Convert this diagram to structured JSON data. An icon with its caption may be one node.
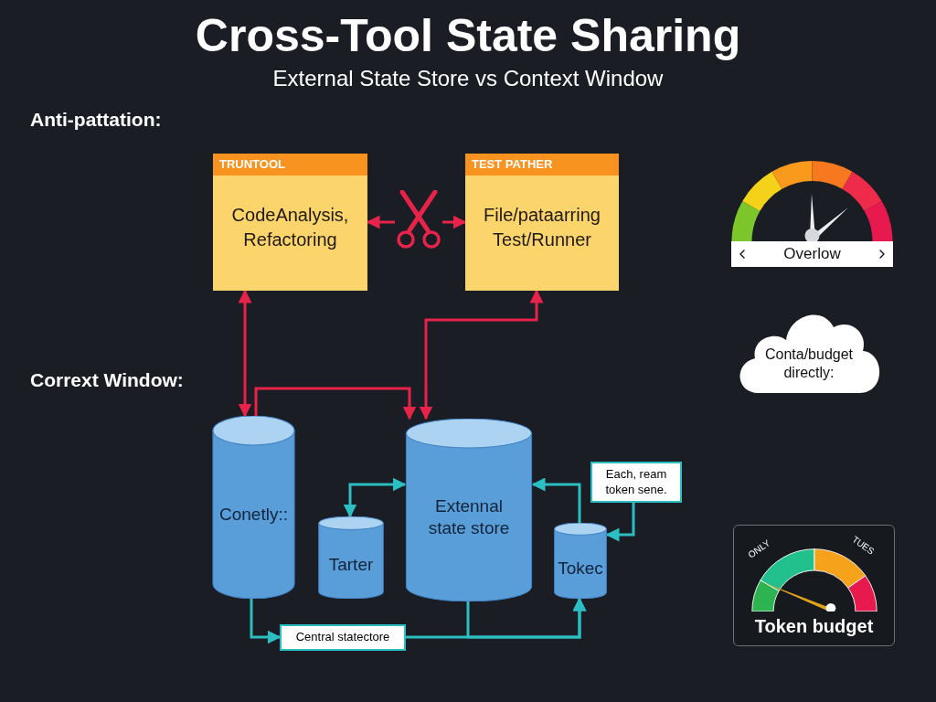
{
  "diagram": {
    "title": "Cross-Tool State Sharing",
    "nodes": [
      {
        "text": [
          "TRUNTOOL",
          "CodeAnalysis, Refactoring"
        ]
      },
      {
        "text": [
          "TEST PATHER",
          "File/pataarring Test/Runner"
        ]
      },
      {
        "text": [],
        "shape": "scissors"
      },
      {
        "text": [
          "Conetly::"
        ]
      },
      {
        "text": [
          "Tarter"
        ]
      },
      {
        "text": [
          "Extennal state store"
        ]
      },
      {
        "text": [
          "Tokec"
        ]
      },
      {
        "text": [
          "Each, ream token sene."
        ]
      },
      {
        "text": [
          "Central statectore"
        ]
      },
      {
        "text": [
          "Overlow"
        ]
      },
      {
        "text": [
          "Conta/budget directly:"
        ]
      },
      {
        "text": [
          "ONLY",
          "TUES",
          "Token budget"
        ]
      }
    ],
    "edges": [
      {
        "from": 2,
        "to": 0,
        "arrow": "to",
        "color": "#e8234a"
      },
      {
        "from": 2,
        "to": 1,
        "arrow": "to",
        "color": "#e8234a"
      },
      {
        "from": 0,
        "to": 3,
        "arrow": "both",
        "color": "#e8234a"
      },
      {
        "from": 3,
        "to": 5,
        "arrow": "to",
        "color": "#e8234a"
      },
      {
        "from": 1,
        "to": 5,
        "arrow": "both",
        "color": "#e8234a"
      },
      {
        "from": 4,
        "to": 5,
        "arrow": "both",
        "color": "#2bbfc4"
      },
      {
        "from": 7,
        "to": 6,
        "arrow": "to",
        "color": "#2bbfc4"
      },
      {
        "from": 6,
        "to": 5,
        "arrow": "to",
        "color": "#2bbfc4"
      },
      {
        "from": 3,
        "to": 8,
        "arrow": "to",
        "color": "#2bbfc4"
      },
      {
        "from": 8,
        "to": 6,
        "arrow": "to",
        "color": "#2bbfc4"
      },
      {
        "from": 5,
        "to": 6,
        "arrow": "to",
        "color": "#2bbfc4"
      }
    ],
    "labels": [
      "External State Store vs Context Window",
      "Anti-pattation:",
      "Corrext Window:"
    ]
  }
}
